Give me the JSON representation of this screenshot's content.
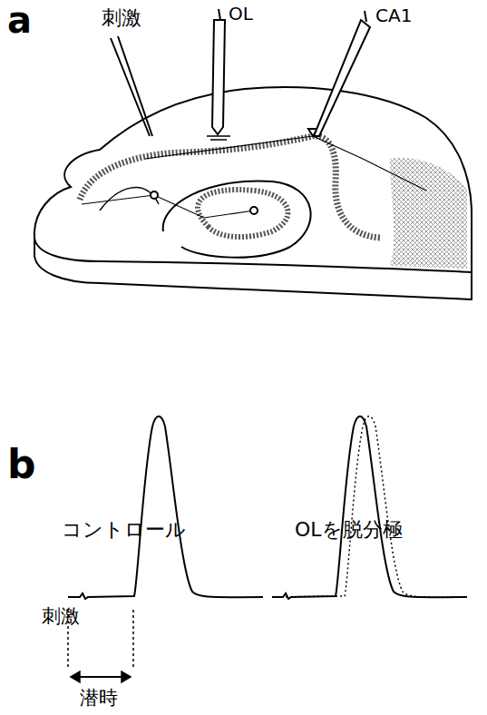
{
  "diagram": {
    "labels": [
      "a",
      "刺激",
      "OL",
      "CA1",
      "b",
      "コントロール",
      "OLを脱分極",
      "刺激",
      "潜時"
    ]
  }
}
